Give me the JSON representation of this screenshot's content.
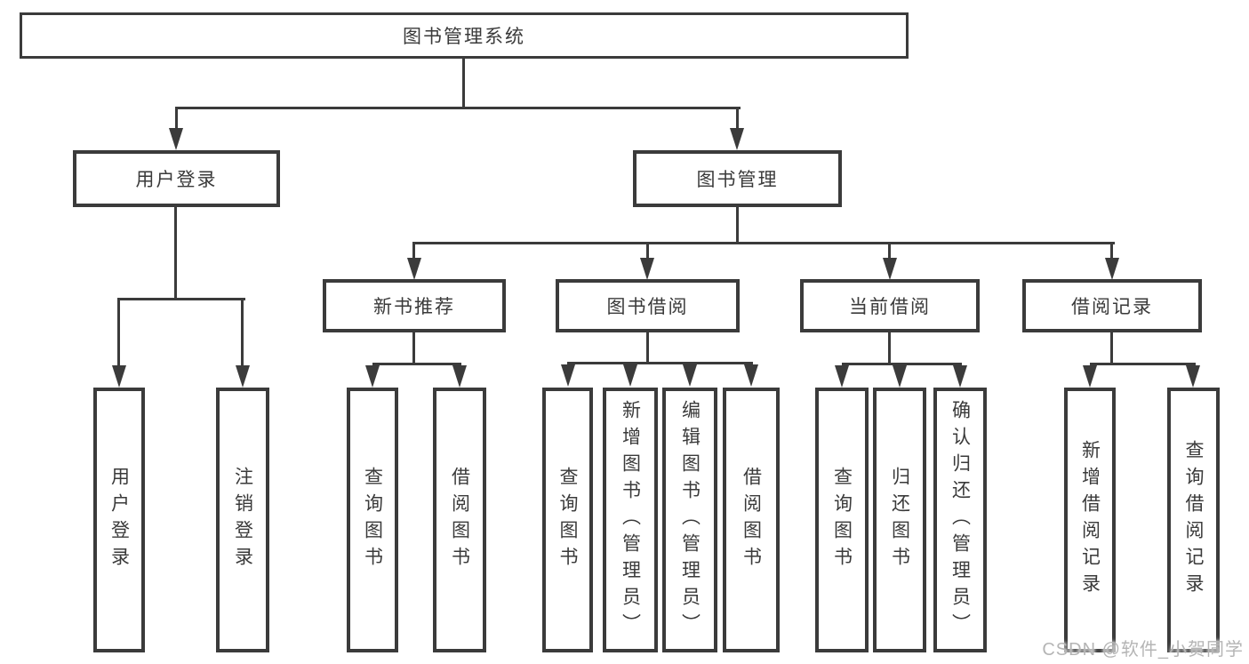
{
  "diagram": {
    "root_label": "图书管理系统",
    "branches": [
      {
        "label": "用户登录",
        "children": [
          "用户登录",
          "注销登录"
        ]
      },
      {
        "label": "图书管理"
      }
    ],
    "modules": [
      {
        "label": "新书推荐",
        "children": [
          "查询图书",
          "借阅图书"
        ]
      },
      {
        "label": "图书借阅",
        "children": [
          "查询图书",
          "新增图书（管理员）",
          "编辑图书（管理员）",
          "借阅图书"
        ]
      },
      {
        "label": "当前借阅",
        "children": [
          "查询图书",
          "归还图书",
          "确认归还（管理员）"
        ]
      },
      {
        "label": "借阅记录",
        "children": [
          "新增借阅记录",
          "查询借阅记录"
        ]
      }
    ]
  },
  "watermark": "CSDN @软件_小贺同学",
  "colors": {
    "line": "#3b3b3b",
    "text": "#3a3a3a",
    "box_background": "#ffffff",
    "watermark": "#b5b5b5",
    "background": "#ffffff"
  }
}
